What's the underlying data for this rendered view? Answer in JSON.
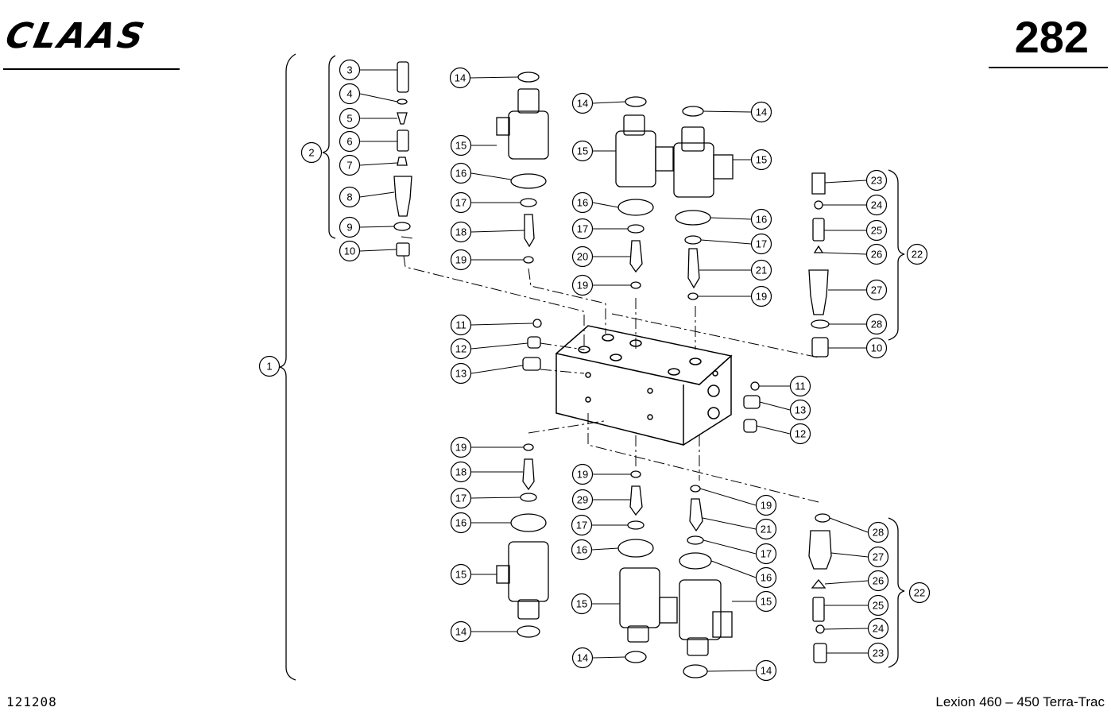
{
  "header": {
    "brand": "CLAAS",
    "page_number": "282"
  },
  "footer": {
    "code": "121208",
    "model": "Lexion 460 – 450 Terra-Trac"
  },
  "callouts": [
    "1",
    "2",
    "3",
    "4",
    "5",
    "6",
    "7",
    "8",
    "9",
    "10",
    "10",
    "11",
    "11",
    "12",
    "12",
    "13",
    "13",
    "14",
    "14",
    "14",
    "14",
    "14",
    "14",
    "15",
    "15",
    "15",
    "15",
    "15",
    "15",
    "16",
    "16",
    "16",
    "16",
    "16",
    "16",
    "17",
    "17",
    "17",
    "17",
    "17",
    "17",
    "18",
    "18",
    "19",
    "19",
    "19",
    "19",
    "19",
    "19",
    "20",
    "21",
    "21",
    "22",
    "22",
    "23",
    "23",
    "24",
    "24",
    "25",
    "25",
    "26",
    "26",
    "27",
    "27",
    "28",
    "28",
    "29"
  ]
}
